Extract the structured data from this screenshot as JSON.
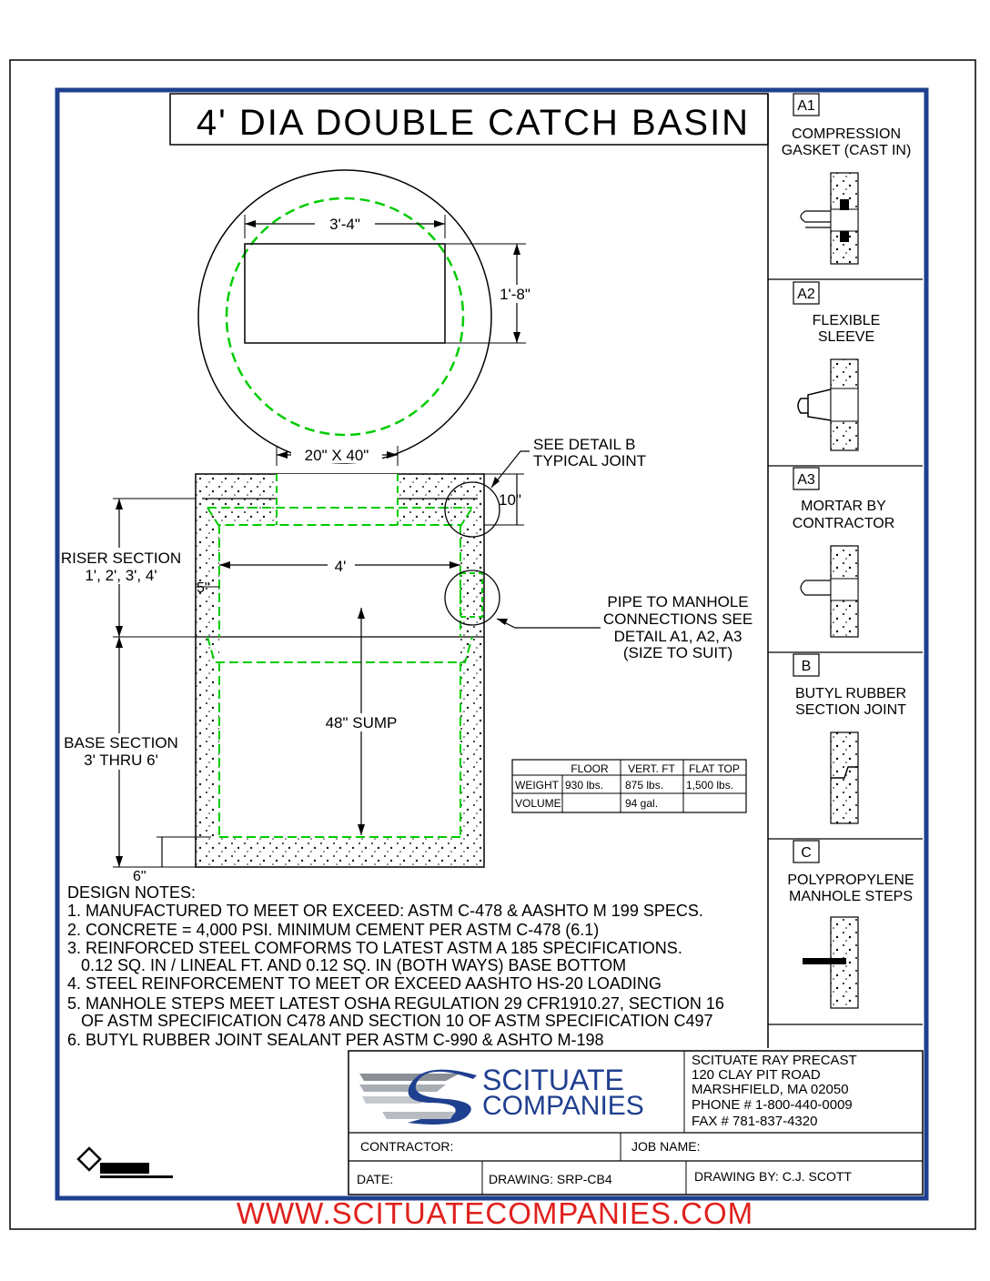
{
  "title": "4' DIA DOUBLE CATCH BASIN",
  "plan": {
    "width_dim": "3'-4\"",
    "height_dim": "1'-8\""
  },
  "section": {
    "opening_dim": "20\" X 40\"",
    "detail_b_note_line1": "SEE DETAIL B",
    "detail_b_note_line2": "TYPICAL JOINT",
    "top_dim": "10\"",
    "inner_dia": "4'",
    "wall_dim": "5\"",
    "sump": "48\" SUMP",
    "base_dim": "6\"",
    "riser_label_line1": "RISER SECTION",
    "riser_label_line2": "1', 2', 3', 4'",
    "base_label_line1": "BASE SECTION",
    "base_label_line2": "3' THRU 6'",
    "pipe_note": [
      "PIPE TO MANHOLE",
      "CONNECTIONS SEE",
      "DETAIL A1, A2, A3",
      "(SIZE TO SUIT)"
    ]
  },
  "weights_table": {
    "headers": [
      "",
      "FLOOR",
      "VERT. FT",
      "FLAT TOP"
    ],
    "rows": [
      [
        "WEIGHT",
        "930 lbs.",
        "875 lbs.",
        "1,500 lbs."
      ],
      [
        "VOLUME",
        "",
        "94 gal.",
        ""
      ]
    ]
  },
  "details": [
    {
      "tag": "A1",
      "caption": [
        "COMPRESSION",
        "GASKET (CAST IN)"
      ]
    },
    {
      "tag": "A2",
      "caption": [
        "FLEXIBLE",
        "SLEEVE"
      ]
    },
    {
      "tag": "A3",
      "caption": [
        "MORTAR BY",
        "CONTRACTOR"
      ]
    },
    {
      "tag": "B",
      "caption": [
        "BUTYL RUBBER",
        "SECTION JOINT"
      ]
    },
    {
      "tag": "C",
      "caption": [
        "POLYPROPYLENE",
        "MANHOLE STEPS"
      ]
    }
  ],
  "design_notes": {
    "heading": "DESIGN NOTES:",
    "lines": [
      "1. MANUFACTURED TO MEET OR EXCEED: ASTM C-478 & AASHTO M 199 SPECS.",
      "2. CONCRETE = 4,000 PSI. MINIMUM CEMENT PER ASTM C-478 (6.1)",
      "3. REINFORCED STEEL COMFORMS TO LATEST ASTM A 185 SPECIFICATIONS.",
      "   0.12 SQ. IN / LINEAL FT. AND 0.12 SQ. IN (BOTH WAYS) BASE BOTTOM",
      "4. STEEL REINFORCEMENT TO MEET OR EXCEED AASHTO HS-20 LOADING",
      "5. MANHOLE STEPS MEET LATEST OSHA REGULATION 29 CFR1910.27, SECTION 16",
      "   OF ASTM SPECIFICATION C478 AND SECTION 10 OF ASTM SPECIFICATION C497",
      "6. BUTYL RUBBER JOINT SEALANT PER ASTM C-990 & ASHTO M-198"
    ]
  },
  "logo": {
    "line1": "SCITUATE",
    "line2": "COMPANIES"
  },
  "company": {
    "lines": [
      "SCITUATE RAY PRECAST",
      "120 CLAY PIT ROAD",
      "MARSHFIELD, MA  02050",
      "PHONE # 1-800-440-0009",
      "FAX # 781-837-4320"
    ]
  },
  "title_block": {
    "contractor": "CONTRACTOR:",
    "job_name": "JOB NAME:",
    "date": "DATE:",
    "drawing": "DRAWING: SRP-CB4",
    "drawing_by": "DRAWING BY: C.J. SCOTT"
  },
  "website": "WWW.SCITUATECOMPANIES.COM",
  "colors": {
    "frame_blue": "#1f3f8f",
    "hidden_line_green": "#00cc00",
    "website_red": "#e0201c"
  }
}
